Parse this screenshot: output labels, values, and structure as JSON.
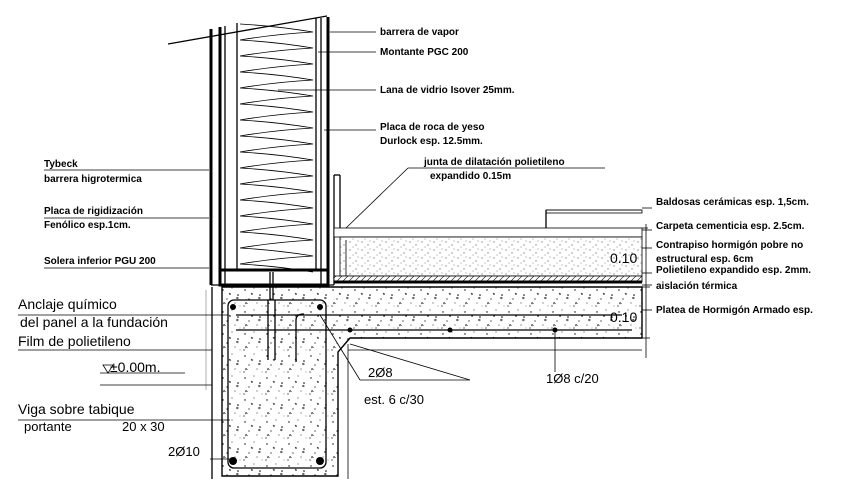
{
  "drawing": {
    "callouts_right": {
      "barrera_vapor": "barrera de vapor",
      "montante": "Montante PGC 200",
      "lana_vidrio": "Lana de vidrio Isover 25mm.",
      "placa_roca_1": "Placa de roca de yeso",
      "placa_roca_2": "Durlock esp. 12.5mm.",
      "junta_1": "junta de dilatación polietileno",
      "junta_2": "expandido 0.15m",
      "baldosas": "Baldosas cerámicas esp. 1,5cm.",
      "carpeta": "Carpeta cementicia esp. 2.5cm.",
      "contrapiso_1": "Contrapiso hormigón pobre no",
      "contrapiso_2": "estructural esp. 6cm",
      "polietileno": "Polietileno expandido esp. 2mm.",
      "aislacion": "aislación térmica",
      "platea": "Platea de Hormigón Armado esp."
    },
    "callouts_left": {
      "tybeck": "Tybeck",
      "barrera_higro": "barrera higrotermica",
      "placa_rig_1": "Placa de rigidización",
      "placa_rig_2": "Fenólico esp.1cm.",
      "solera": "Solera inferior PGU 200"
    },
    "annotations": {
      "anclaje_1": "Anclaje químico",
      "anclaje_2": "del panel a la fundación",
      "film": "Film de polietileno",
      "level": "±0.00m.",
      "viga_1": "Viga sobre tabique",
      "viga_2": "portante",
      "viga_dim": "20 x 30",
      "rebar_bottom": "2Ø10",
      "rebar_top": "2Ø8",
      "stirrups": "est. 6 c/30",
      "mesh": "1Ø8 c/20",
      "dim_contrapiso": "0.10",
      "dim_platea": "0.10"
    }
  }
}
